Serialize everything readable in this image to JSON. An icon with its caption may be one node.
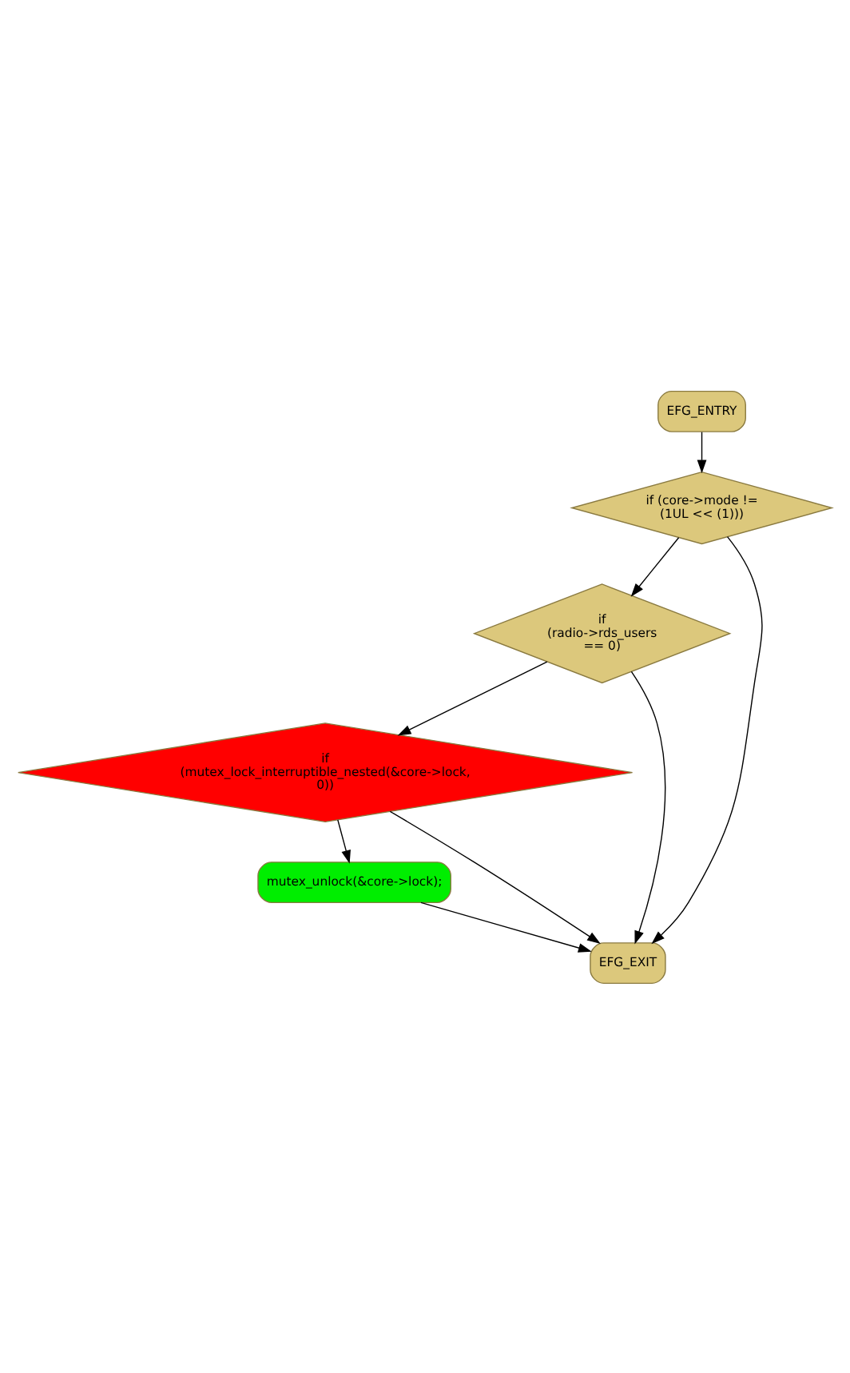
{
  "diagram": {
    "nodes": [
      {
        "text": [
          "EFG_ENTRY"
        ]
      },
      {
        "text": [
          "if (core->mode != (1UL << (1)))"
        ]
      },
      {
        "text": [
          "if (radio->rds_users == 0)"
        ]
      },
      {
        "text": [
          "if (mutex_lock_interruptible_nested(&core->lock, 0))"
        ]
      },
      {
        "text": [
          "mutex_unlock(&core->lock);"
        ]
      },
      {
        "text": [
          "EFG_EXIT"
        ]
      }
    ],
    "edges": [
      {
        "from": 0,
        "to": 1,
        "arrow": "to"
      },
      {
        "from": 1,
        "to": 2,
        "arrow": "to"
      },
      {
        "from": 1,
        "to": 5,
        "arrow": "to"
      },
      {
        "from": 2,
        "to": 3,
        "arrow": "to"
      },
      {
        "from": 2,
        "to": 5,
        "arrow": "to"
      },
      {
        "from": 3,
        "to": 4,
        "arrow": "to"
      },
      {
        "from": 3,
        "to": 5,
        "arrow": "to"
      },
      {
        "from": 4,
        "to": 5,
        "arrow": "to"
      }
    ]
  }
}
